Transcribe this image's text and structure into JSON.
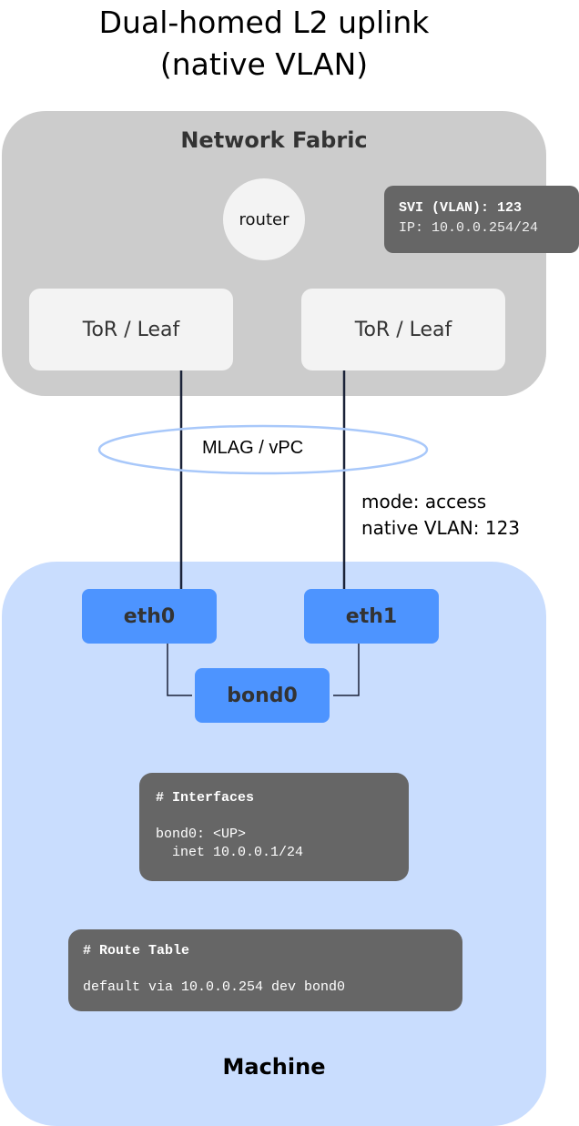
{
  "title": {
    "line1": "Dual-homed L2 uplink",
    "line2": "(native VLAN)"
  },
  "fabric": {
    "label": "Network Fabric",
    "router_label": "router",
    "tor_left_label": "ToR / Leaf",
    "tor_right_label": "ToR / Leaf",
    "svi": {
      "line1": "SVI (VLAN): 123",
      "line2": "IP: 10.0.0.254/24"
    }
  },
  "links": {
    "mlag_label": "MLAG / vPC",
    "mode_line1": "mode: access",
    "mode_line2": "native VLAN: 123"
  },
  "machine": {
    "label": "Machine",
    "nics": {
      "eth0": "eth0",
      "eth1": "eth1",
      "bond": "bond0"
    },
    "interfaces": {
      "header": "# Interfaces",
      "line1": "bond0: <UP>",
      "line2": "  inet 10.0.0.1/24"
    },
    "routes": {
      "header": "# Route Table",
      "line1": "default via 10.0.0.254 dev bond0"
    }
  },
  "colors": {
    "fabric_bg": "#cccccc",
    "machine_bg": "#c9ddfe",
    "nic_fill": "#4d94ff",
    "code_bg": "#666666",
    "mlag_ring": "#a8c8fa",
    "link": "#1a2238"
  }
}
